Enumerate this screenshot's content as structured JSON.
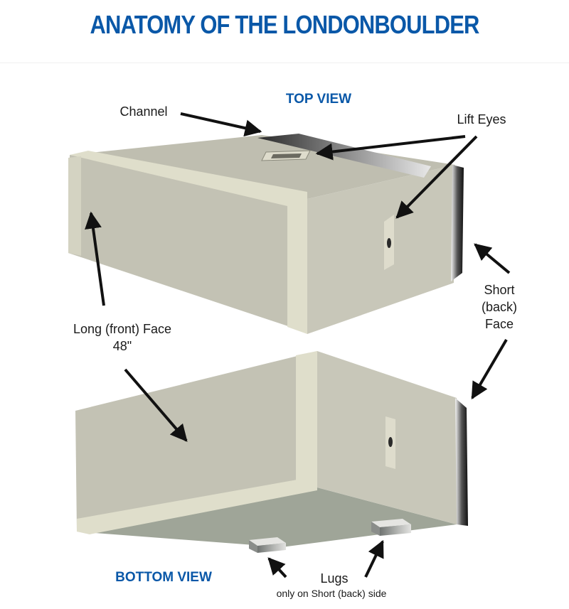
{
  "title": "ANATOMY OF THE LONDONBOULDER",
  "views": {
    "top": "TOP VIEW",
    "bottom": "BOTTOM VIEW"
  },
  "labels": {
    "channel": "Channel",
    "lift_eyes": "Lift Eyes",
    "short_face_line1": "Short",
    "short_face_line2": "(back)",
    "short_face_line3": "Face",
    "long_face_line1": "Long (front) Face",
    "long_face_line2": "48\"",
    "lugs": "Lugs",
    "lugs_note": "only on Short (back) side"
  },
  "colors": {
    "title": "#0a58a8",
    "view_label": "#0a58a8",
    "face": "#c3c2b4",
    "face_shadow": "#b8b7a9",
    "edge_trim": "#dfdecb",
    "bottom_face": "#9fa598",
    "arrow": "#111111"
  }
}
